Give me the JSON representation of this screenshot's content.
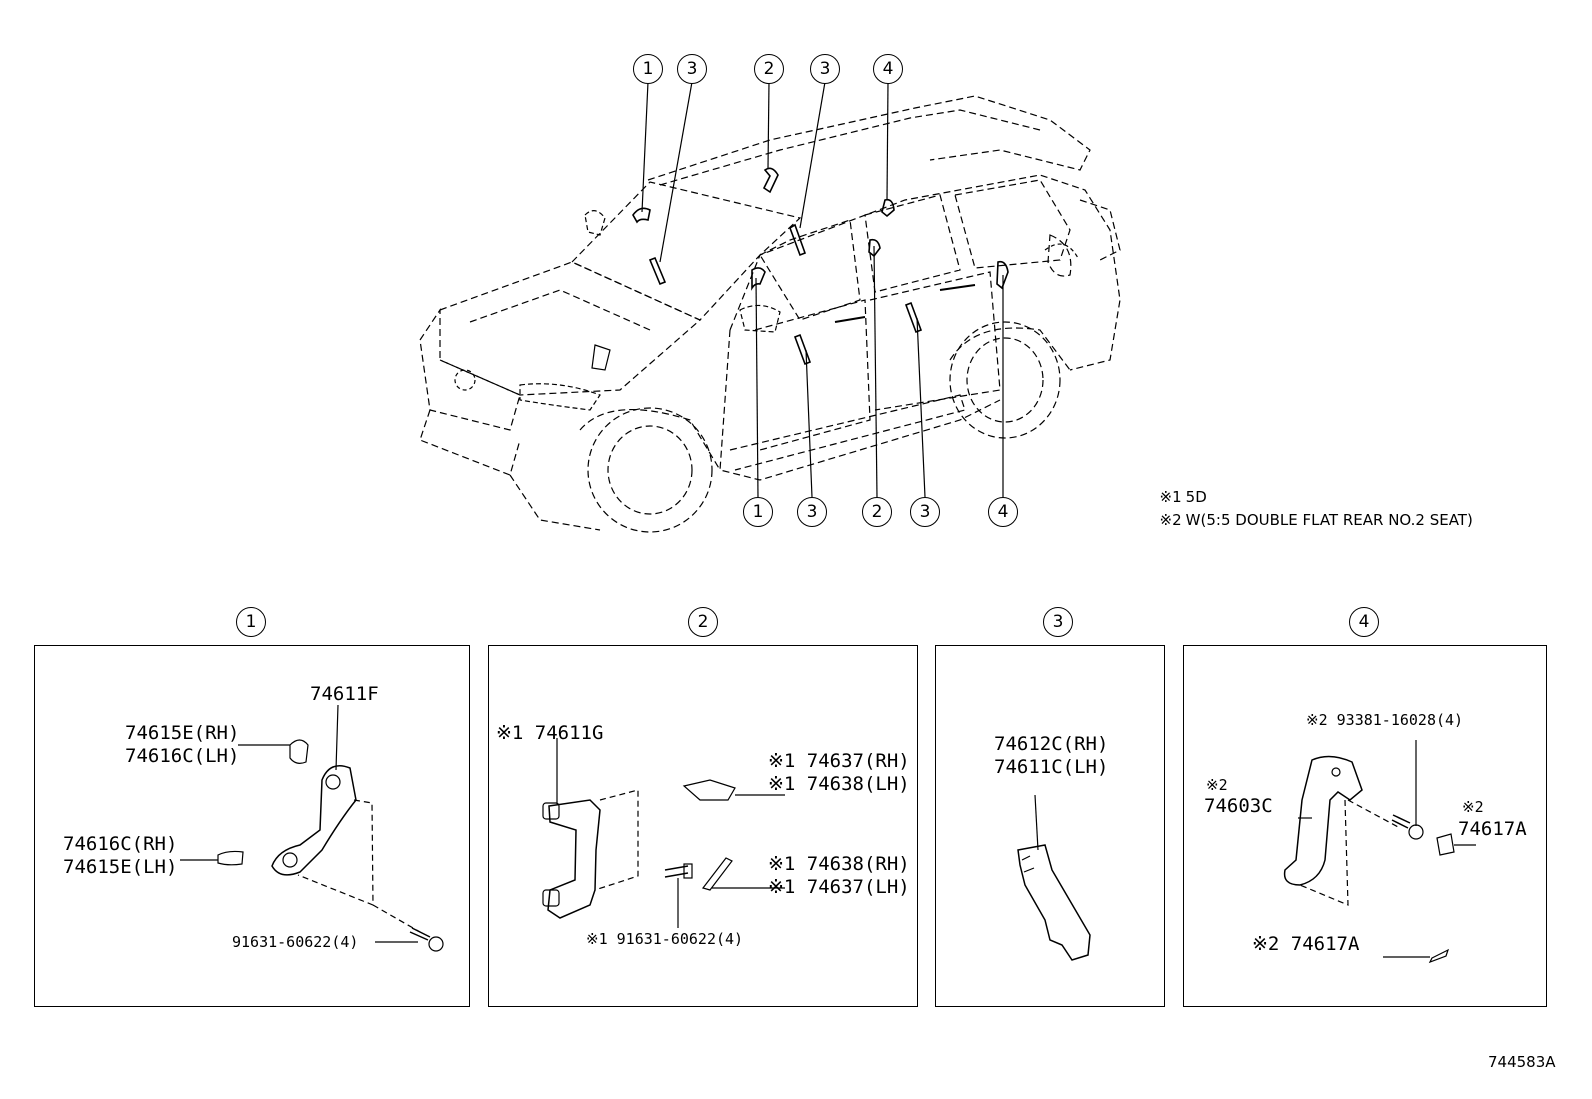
{
  "diagram_id": "744583A",
  "notes": [
    {
      "mark": "※1",
      "text": "5D"
    },
    {
      "mark": "※2",
      "text": "W(5:5 DOUBLE FLAT REAR NO.2 SEAT)"
    }
  ],
  "car_callouts": {
    "top": [
      "1",
      "3",
      "2",
      "3",
      "4"
    ],
    "bottom": [
      "1",
      "3",
      "2",
      "3",
      "4"
    ]
  },
  "panels": [
    {
      "number": "1",
      "labels": [
        "74611F",
        "74615E(RH)",
        "74616C(LH)",
        "74616C(RH)",
        "74615E(LH)",
        "91631-60622(4)"
      ]
    },
    {
      "number": "2",
      "labels": [
        "※1 74611G",
        "※1 74637(RH)",
        "※1 74638(LH)",
        "※1 74638(RH)",
        "※1 74637(LH)",
        "※1 91631-60622(4)"
      ]
    },
    {
      "number": "3",
      "labels": [
        "74612C(RH)",
        "74611C(LH)"
      ]
    },
    {
      "number": "4",
      "labels": [
        "※2 93381-16028(4)",
        "※2",
        "74603C",
        "※2",
        "74617A",
        "※2 74617A"
      ]
    }
  ]
}
